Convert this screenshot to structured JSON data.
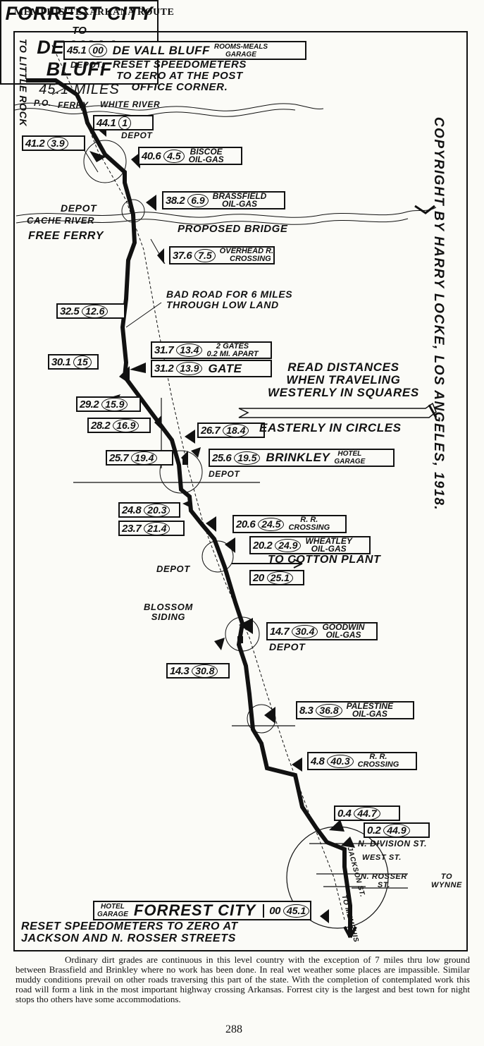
{
  "header": "MEMPHIS-TEXARKANA ROUTE",
  "title": {
    "line1": "FORREST CITY",
    "line2": "TO",
    "line3": "DE VALL BLUFF",
    "distance": "45.1 MILES"
  },
  "copyright": "COPYRIGHT BY HARRY LOCKE, LOS ANGELES, 1918.",
  "legend": {
    "westerly": "READ DISTANCES\nWHEN TRAVELING\nWESTERLY IN SQUARES",
    "easterly": "EASTERLY IN CIRCLES"
  },
  "start_note": "RESET SPEEDOMETERS\nTO ZERO AT THE POST\nOFFICE CORNER.",
  "end_note": "RESET SPEEDOMETERS TO ZERO AT\nJACKSON AND N. ROSSER STREETS",
  "stations": {
    "devall": {
      "w": "45.1",
      "e": "00",
      "name": "DE VALL  BLUFF",
      "services": "ROOMS-MEALS\nGARAGE"
    },
    "s441": {
      "w": "44.1",
      "e": "1"
    },
    "s412": {
      "w": "41.2",
      "e": "3.9"
    },
    "biscoe": {
      "w": "40.6",
      "e": "4.5",
      "name": "BISCOE",
      "services": "OIL-GAS"
    },
    "brassfield": {
      "w": "38.2",
      "e": "6.9",
      "name": "BRASSFIELD",
      "services": "OIL-GAS"
    },
    "s376": {
      "w": "37.6",
      "e": "7.5",
      "desc": "OVERHEAD R.R.\nCROSSING"
    },
    "s325": {
      "w": "32.5",
      "e": "12.6"
    },
    "s317": {
      "w": "31.7",
      "e": "13.4",
      "desc": "2 GATES\n0.2 MI. APART"
    },
    "s312": {
      "w": "31.2",
      "e": "13.9",
      "desc": "GATE"
    },
    "s301": {
      "w": "30.1",
      "e": "15"
    },
    "s292": {
      "w": "29.2",
      "e": "15.9"
    },
    "s282": {
      "w": "28.2",
      "e": "16.9"
    },
    "s267": {
      "w": "26.7",
      "e": "18.4"
    },
    "s257": {
      "w": "25.7",
      "e": "19.4"
    },
    "brinkley": {
      "w": "25.6",
      "e": "19.5",
      "name": "BRINKLEY",
      "services": "HOTEL\nGARAGE"
    },
    "s248": {
      "w": "24.8",
      "e": "20.3"
    },
    "s237": {
      "w": "23.7",
      "e": "21.4"
    },
    "s206": {
      "w": "20.6",
      "e": "24.5",
      "desc": "R. R.\nCROSSING"
    },
    "wheatley": {
      "w": "20.2",
      "e": "24.9",
      "name": "WHEATLEY",
      "services": "OIL-GAS"
    },
    "s20": {
      "w": "20",
      "e": "25.1"
    },
    "goodwin": {
      "w": "14.7",
      "e": "30.4",
      "name": "GOODWIN",
      "services": "OIL-GAS"
    },
    "s143": {
      "w": "14.3",
      "e": "30.8"
    },
    "palestine": {
      "w": "8.3",
      "e": "36.8",
      "name": "PALESTINE",
      "services": "OIL-GAS"
    },
    "s48": {
      "w": "4.8",
      "e": "40.3",
      "desc": "R. R.\nCROSSING"
    },
    "s04": {
      "w": "0.4",
      "e": "44.7"
    },
    "s02": {
      "w": "0.2",
      "e": "44.9"
    },
    "forrest": {
      "w": "00",
      "e": "45.1",
      "name": "FORREST CITY",
      "services": "HOTEL\nGARAGE"
    }
  },
  "labels": {
    "to_little_rock": "TO LITTLE ROCK",
    "depot": "DEPOT",
    "depot_dot": "DEPOT.",
    "po": "P.O.",
    "ferry": "FERRY",
    "white_river": "WHITE RIVER",
    "cache_river": "CACHE RIVER",
    "free_ferry": "FREE FERRY",
    "proposed_bridge": "PROPOSED BRIDGE",
    "bad_road": "BAD ROAD FOR 6 MILES\nTHROUGH LOW LAND",
    "to_cotton_plant": "TO COTTON PLANT",
    "blossom_siding": "BLOSSOM\nSIDING",
    "n_division": "N. DIVISION ST.",
    "west_st": "WEST ST.",
    "jackson_st": "JACKSON ST.",
    "n_rosser": "N. ROSSER\nST.",
    "to_wynne": "TO\nWYNNE",
    "to_memphis": "TO MEMPHIS"
  },
  "footnote": "Ordinary dirt grades are continuous in this level country with the exception of 7 miles thru low ground between Brassfield and Brinkley where no work has been done. In real wet weather some places are impassible. Similar muddy conditions prevail on other roads traversing this part of the state. With the completion of contemplated work this road will form a link in the most important highway crossing Arkansas. Forrest city is the largest and best town for night stops tho others have some accommodations.",
  "page_number": "288"
}
